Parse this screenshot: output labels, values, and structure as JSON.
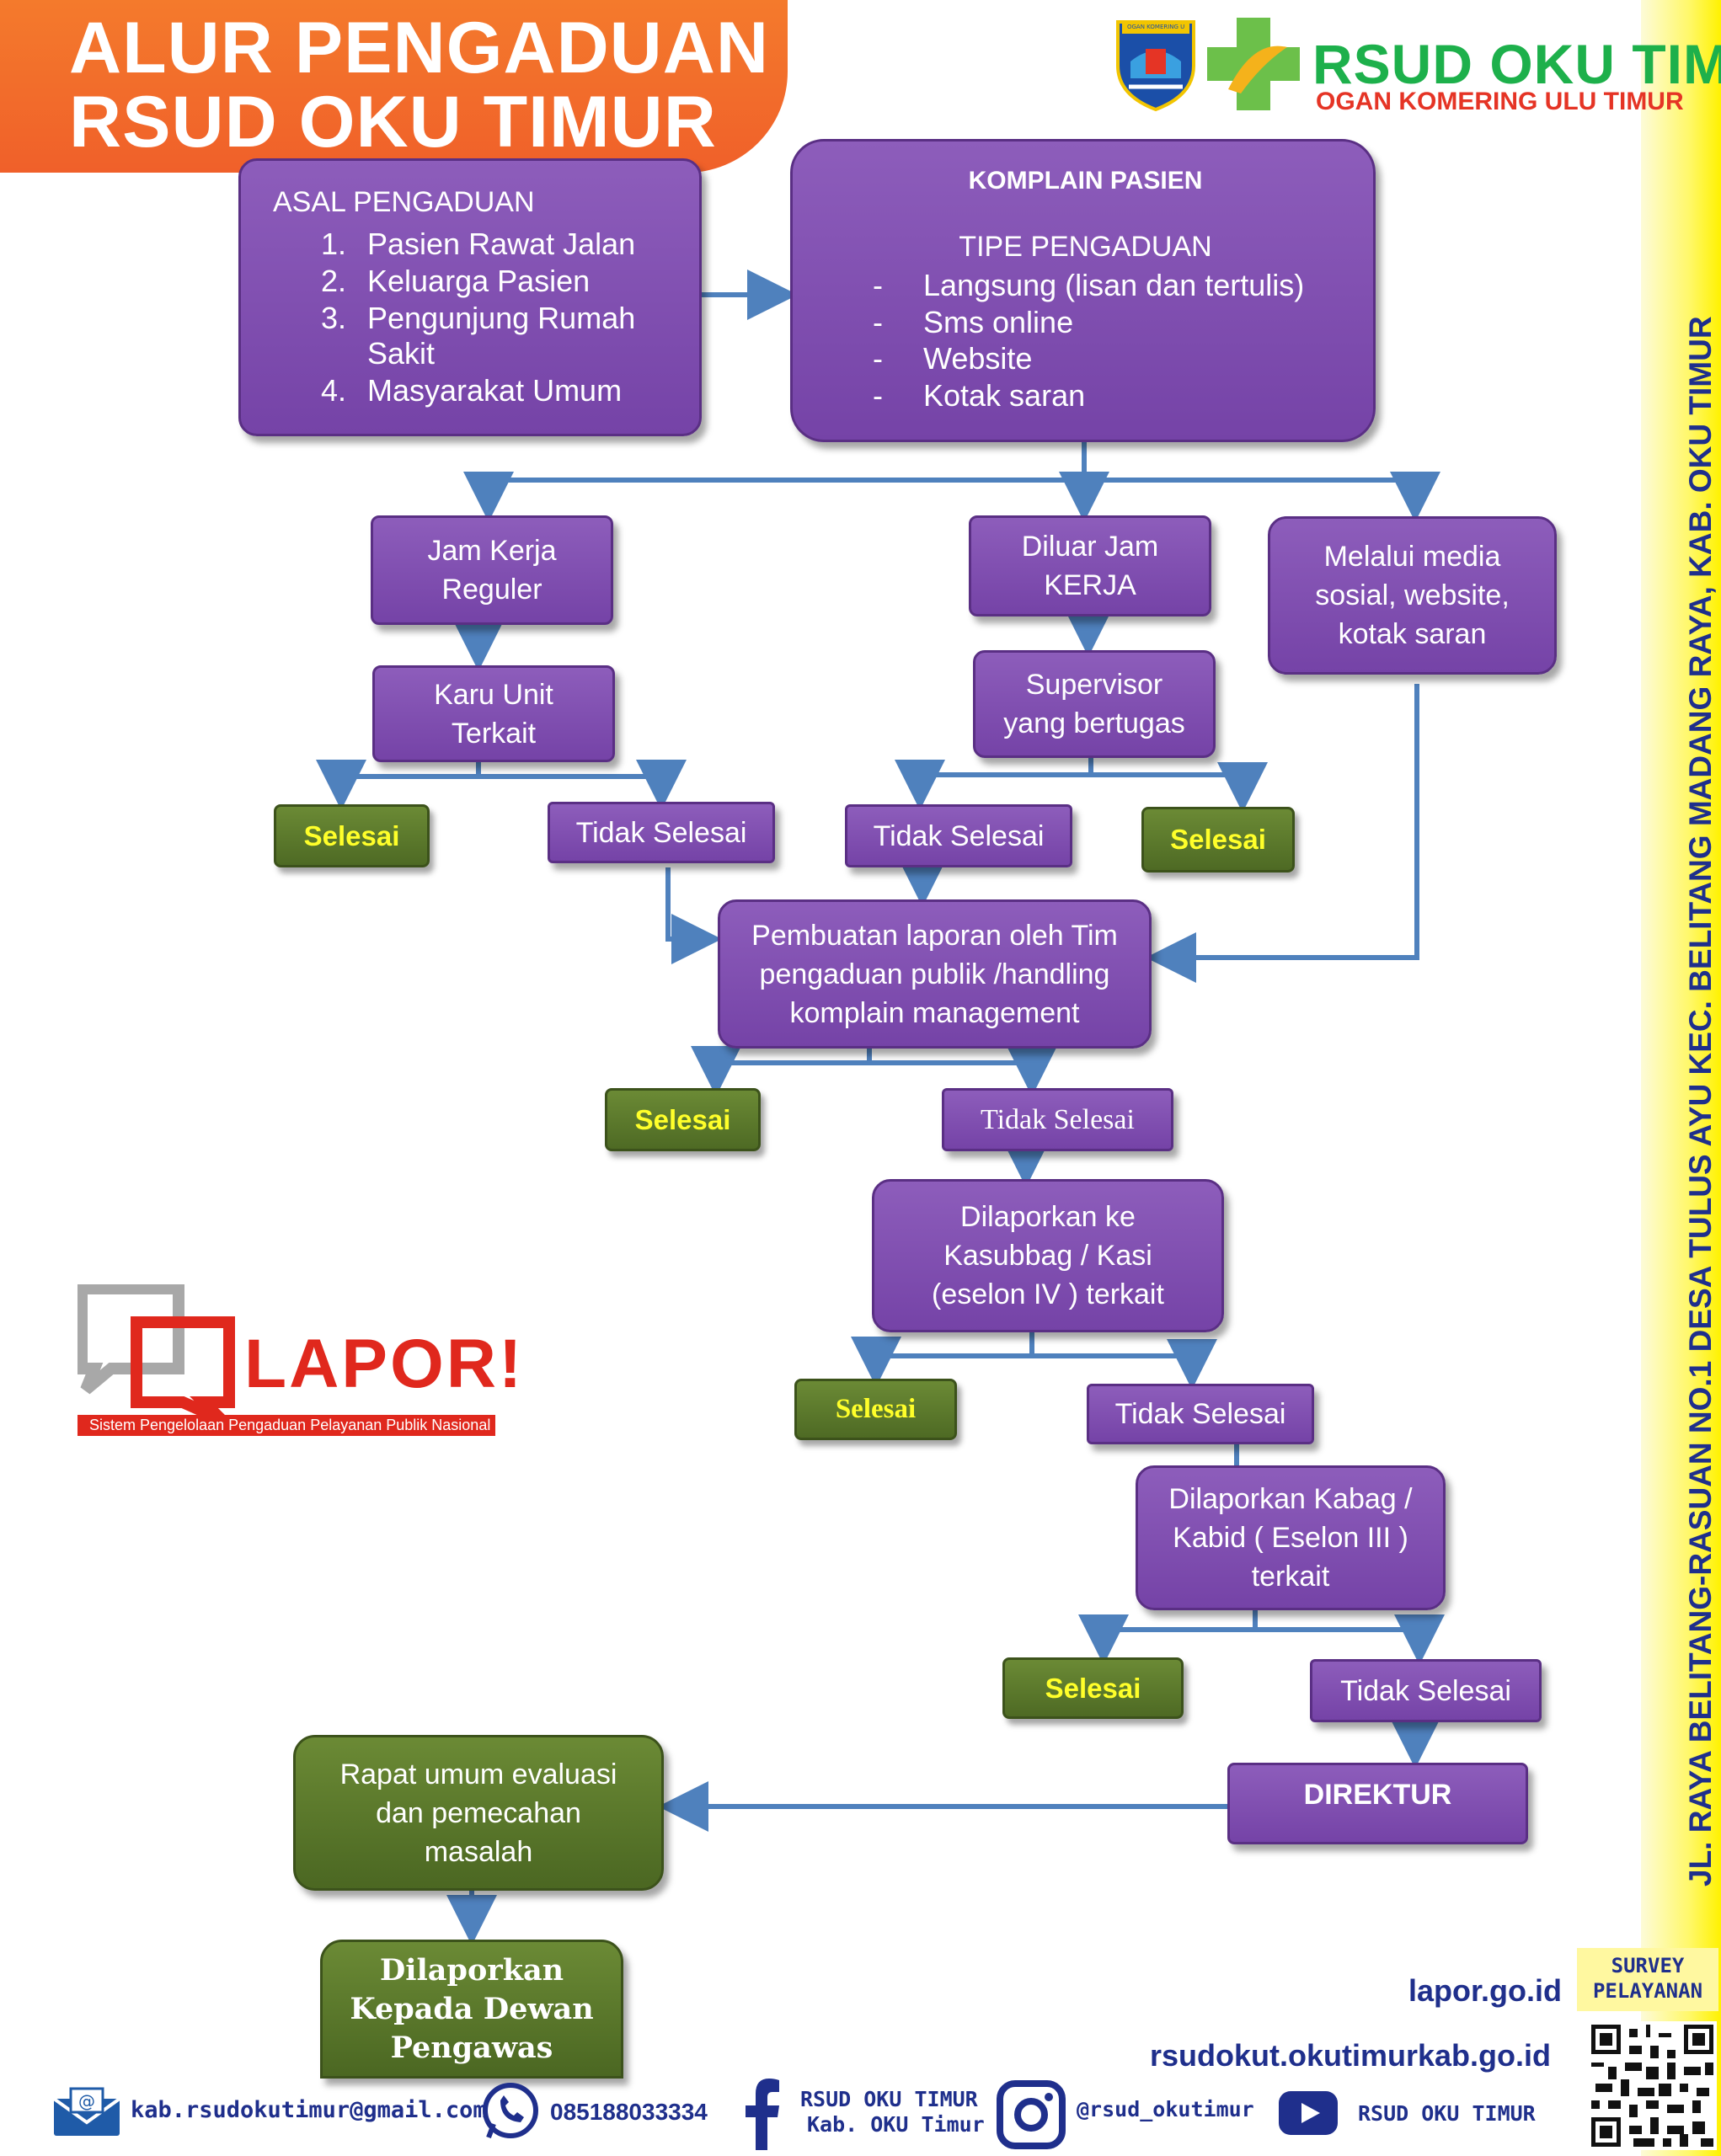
{
  "header": {
    "title_line1": "ALUR PENGADUAN",
    "title_line2": "RSUD OKU TIMUR"
  },
  "logo": {
    "name": "RSUD OKU TIMUR",
    "subtitle": "OGAN KOMERING ULU TIMUR",
    "emblem_text": "OGAN KOMERING ULU TIMUR"
  },
  "side_address": "JL. RAYA BELITANG-RASUAN NO.1 DESA TULUS AYU KEC. BELITANG MADANG RAYA, KAB. OKU TIMUR",
  "asal": {
    "heading": "ASAL PENGADUAN",
    "items": [
      {
        "num": "1.",
        "text": "Pasien Rawat Jalan"
      },
      {
        "num": "2.",
        "text": "Keluarga Pasien"
      },
      {
        "num": "3.",
        "text": "Pengunjung Rumah"
      },
      {
        "num": "",
        "text": "Sakit"
      },
      {
        "num": "4.",
        "text": "Masyarakat Umum"
      }
    ]
  },
  "komplain": {
    "heading": "KOMPLAIN PASIEN",
    "subheading": "TIPE PENGADUAN",
    "items": [
      {
        "dash": "-",
        "text": "Langsung (lisan dan tertulis)"
      },
      {
        "dash": "-",
        "text": "Sms online"
      },
      {
        "dash": "-",
        "text": "Website"
      },
      {
        "dash": "-",
        "text": "Kotak saran"
      }
    ]
  },
  "nodes": {
    "jam_kerja": [
      "Jam Kerja",
      "Reguler"
    ],
    "diluar_jam": [
      "Diluar Jam",
      "KERJA"
    ],
    "media": [
      "Melalui media",
      "sosial, website,",
      "kotak saran"
    ],
    "karu": [
      "Karu Unit",
      "Terkait"
    ],
    "supervisor": [
      "Supervisor",
      "yang bertugas"
    ],
    "selesai": "Selesai",
    "tidak_selesai": "Tidak Selesai",
    "pembuatan": [
      "Pembuatan laporan oleh Tim",
      "pengaduan publik /handling",
      "komplain management"
    ],
    "kasubbag": [
      "Dilaporkan ke",
      "Kasubbag / Kasi",
      "(eselon IV ) terkait"
    ],
    "kabag": [
      "Dilaporkan Kabag /",
      "Kabid ( Eselon III )",
      "terkait"
    ],
    "direktur": "DIREKTUR",
    "rapat": [
      "Rapat umum evaluasi",
      "dan pemecahan",
      "masalah"
    ],
    "dewan": [
      "Dilaporkan",
      "Kepada Dewan",
      "Pengawas"
    ]
  },
  "lapor": {
    "brand": "LAPOR!",
    "tagline": "Sistem Pengelolaan Pengaduan Pelayanan Publik Nasional"
  },
  "links": {
    "lapor_url": "lapor.go.id",
    "site_url": "rsudokut.okutimurkab.go.id",
    "survey_line1": "SURVEY",
    "survey_line2": "PELAYANAN"
  },
  "footer": {
    "email": "kab.rsudokutimur@gmail.com",
    "phone": "085188033334",
    "facebook_line1": "RSUD OKU TIMUR",
    "facebook_line2": "Kab. OKU Timur",
    "instagram": "@rsud_okutimur",
    "youtube": "RSUD OKU TIMUR"
  },
  "colors": {
    "banner": "#f0602a",
    "purple_box": "#7a48ad",
    "green_box": "#56742a",
    "selesai_text": "#ffff2a",
    "connector": "#4f81bd",
    "side_strip": "#fff200",
    "footer_text": "#1f2f8c"
  }
}
